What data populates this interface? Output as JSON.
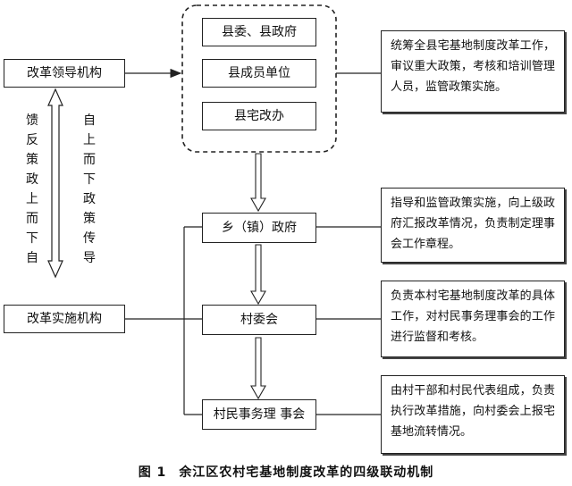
{
  "county_group": {
    "items": [
      "县委、县政府",
      "县成员单位",
      "县宅改办"
    ]
  },
  "left_boxes": {
    "leader": "改革领导机构",
    "executor": "改革实施机构"
  },
  "levels": {
    "town": "乡（镇）政府",
    "village": "村委会",
    "council": "村民事务理 事会"
  },
  "vertical_labels": {
    "up": "馈反策政上而下自",
    "down": "自上而下政策传导"
  },
  "descriptions": {
    "county": "统筹全县宅基地制度改革工作，审议重大政策，考核和培训管理人员，监管政策实施。",
    "town": "指导和监管政策实施，向上级政府汇报改革情况，负责制定理事会工作章程。",
    "village": "负责本村宅基地制度改革的具体工作，对村民事务理事会的工作进行监督和考核。",
    "council": "由村干部和村民代表组成，负责执行改革措施，向村委会上报宅基地流转情况。"
  },
  "caption": {
    "figure": "图 1",
    "title": "余江区农村宅基地制度改革的四级联动机制"
  }
}
